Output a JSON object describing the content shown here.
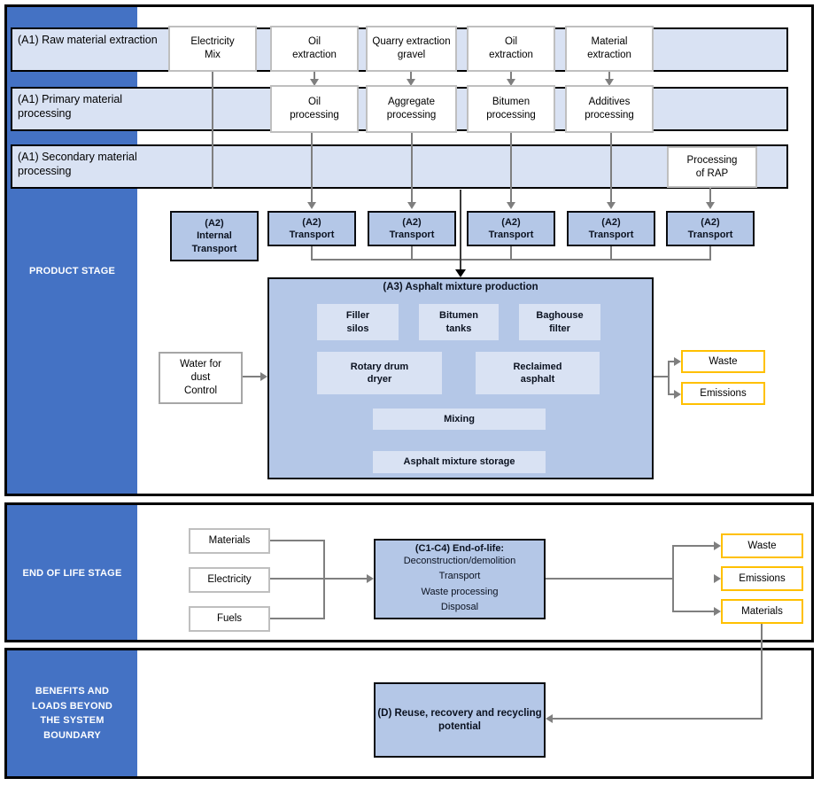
{
  "colors": {
    "sidebar_blue": "#4472C4",
    "band_blue": "#D9E2F3",
    "box_blue": "#B4C7E7",
    "output_yellow": "#FFC000",
    "line_gray": "#7F7F7F"
  },
  "product": {
    "sidebar": "PRODUCT STAGE",
    "bands": [
      "(A1) Raw material extraction",
      "(A1) Primary material processing",
      "(A1) Secondary material processing"
    ],
    "extraction": [
      "Electricity\nMix",
      "Oil\nextraction",
      "Quarry extraction\ngravel",
      "Oil\nextraction",
      "Material\nextraction"
    ],
    "processing": [
      "Oil\nprocessing",
      "Aggregate\nprocessing",
      "Bitumen\nprocessing",
      "Additives\nprocessing"
    ],
    "rap": "Processing\nof RAP",
    "transports": [
      "(A2)\nInternal\nTransport",
      "(A2)\nTransport",
      "(A2)\nTransport",
      "(A2)\nTransport",
      "(A2)\nTransport",
      "(A2)\nTransport"
    ],
    "a3": {
      "title": "(A3) Asphalt mixture production",
      "filler": "Filler\nsilos",
      "bitumen_tanks": "Bitumen\ntanks",
      "baghouse": "Baghouse\nfilter",
      "rotary": "Rotary drum\ndryer",
      "reclaimed": "Reclaimed\nasphalt",
      "mixing": "Mixing",
      "storage": "Asphalt mixture storage"
    },
    "water": "Water for\ndust\nControl",
    "outputs": [
      "Waste",
      "Emissions"
    ]
  },
  "eol": {
    "sidebar": "END OF LIFE STAGE",
    "inputs": [
      "Materials",
      "Electricity",
      "Fuels"
    ],
    "c_box": {
      "title": "(C1-C4) End-of-life:",
      "body": "Deconstruction/demolition\nTransport\nWaste processing\nDisposal"
    },
    "outputs": [
      "Waste",
      "Emissions",
      "Materials"
    ]
  },
  "benefits": {
    "sidebar": "BENEFITS AND\nLOADS BEYOND\nTHE SYSTEM\nBOUNDARY",
    "d_box": "(D) Reuse, recovery and recycling\npotential"
  }
}
